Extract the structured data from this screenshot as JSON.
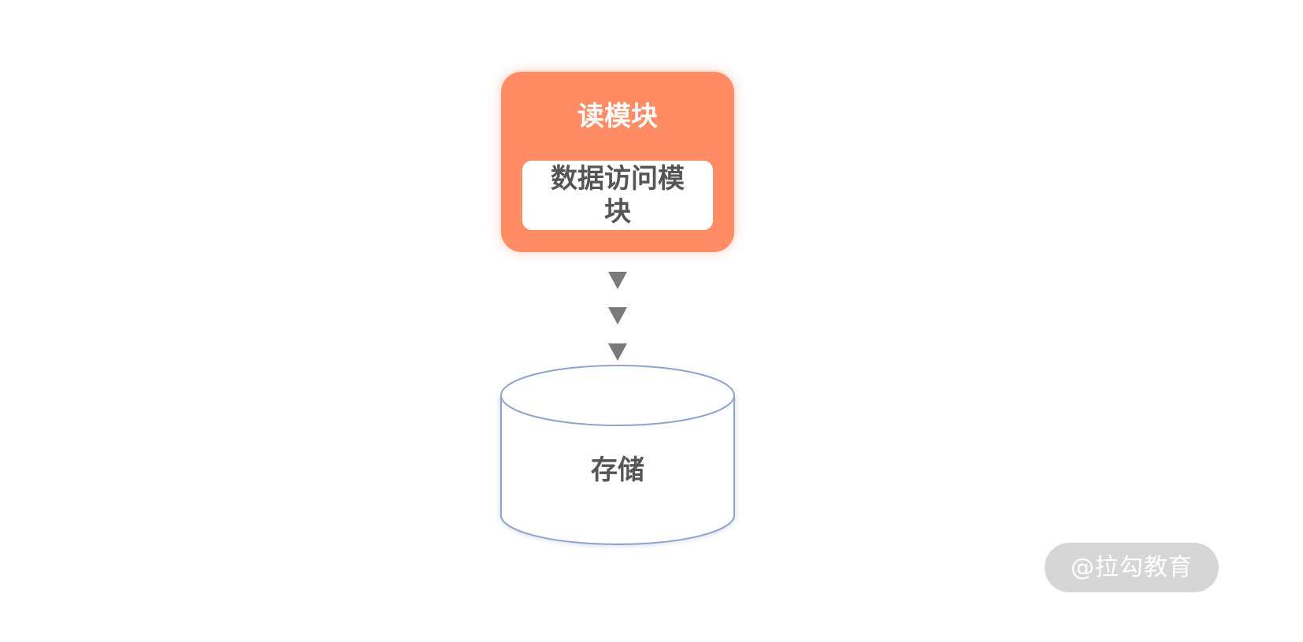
{
  "diagram": {
    "read_module": {
      "title": "读模块",
      "fill_color": "#FF8C64",
      "inner_module": {
        "label": "数据访问模块"
      }
    },
    "connector": {
      "arrow_count": 3,
      "arrow_color": "#7A7A7A"
    },
    "storage": {
      "label": "存储",
      "stroke_color": "#8FA3CF"
    }
  },
  "watermark": {
    "text": "@拉勾教育"
  }
}
